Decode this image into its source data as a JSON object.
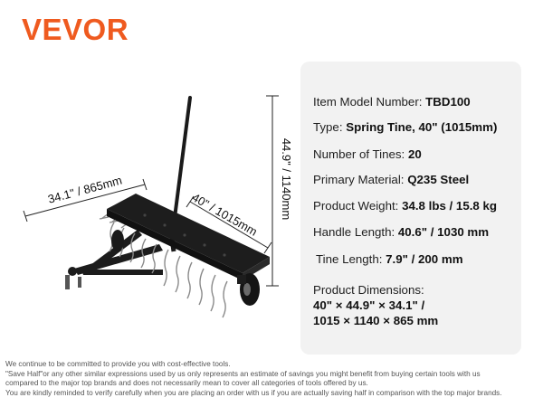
{
  "brand": {
    "logo_text": "VEVOR",
    "color": "#ef5a1f"
  },
  "dimensions": {
    "width_label": "34.1\" / 865mm",
    "length_label": "40\" / 1015mm",
    "height_label": "44.9\" / 1140mm"
  },
  "specs": {
    "model": {
      "label": "Item Model Number: ",
      "value": "TBD100"
    },
    "type": {
      "label": "Type: ",
      "value": "Spring Tine, 40\" (1015mm)"
    },
    "tines": {
      "label": "Number of Tines: ",
      "value": "20"
    },
    "material": {
      "label": "Primary Material: ",
      "value": "Q235 Steel"
    },
    "weight": {
      "label": "Product Weight: ",
      "value": "34.8 lbs / 15.8 kg"
    },
    "handle": {
      "label": "Handle Length: ",
      "value": "40.6\" / 1030 mm"
    },
    "tine_length": {
      "label": "Tine Length: ",
      "value": "7.9\" / 200 mm"
    },
    "product_dimensions": {
      "label": "Product Dimensions:",
      "line1": "40\" × 44.9\" × 34.1\" /",
      "line2": "1015 × 1140 × 865 mm"
    }
  },
  "disclaimer": {
    "line1": "We continue to be committed to provide you with cost-effective tools.",
    "line2": "\"Save Half\"or any other similar expressions used by us only represents an estimate of savings you might benefit from buying certain tools with us",
    "line3": "compared to the major top brands and does not necessarily mean to cover all categories of tools offered by us.",
    "line4": "You are kindly reminded to verify carefully when you are placing an order with us if you are actually saving half in comparison with the top major brands."
  }
}
